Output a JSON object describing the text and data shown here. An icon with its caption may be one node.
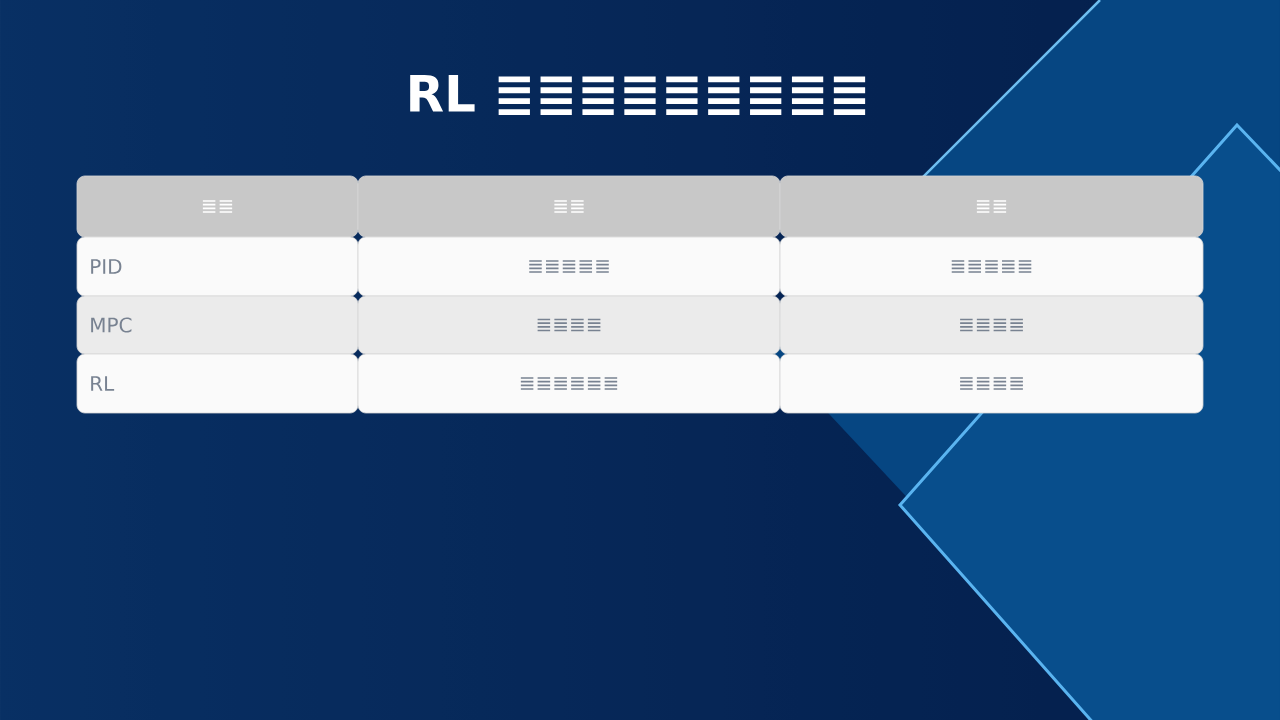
{
  "diagram": {
    "title": "RL ≣≣≣≣≣≣≣≣≣",
    "labels": [
      "≣≣",
      "≣≣",
      "≣≣",
      "PID",
      "≣≣≣≣≣",
      "≣≣≣≣≣",
      "MPC",
      "≣≣≣≣",
      "≣≣≣≣",
      "RL",
      "≣≣≣≣≣≣",
      "≣≣≣≣"
    ]
  }
}
